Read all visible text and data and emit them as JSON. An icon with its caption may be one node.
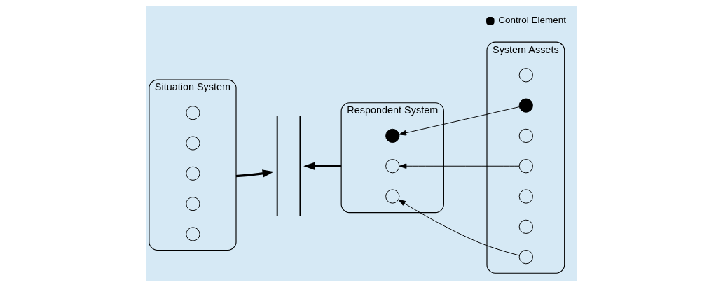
{
  "diagram": {
    "nodes": [
      {
        "text": [
          "Situation System"
        ]
      },
      {
        "text": [],
        "shape": "circle",
        "in": 0
      },
      {
        "text": [],
        "shape": "circle",
        "in": 0
      },
      {
        "text": [],
        "shape": "circle",
        "in": 0
      },
      {
        "text": [],
        "shape": "circle",
        "in": 0
      },
      {
        "text": [],
        "shape": "circle",
        "in": 0
      },
      {
        "text": [],
        "shape": "bar"
      },
      {
        "text": [
          "Respondent System"
        ]
      },
      {
        "text": [],
        "shape": "dot",
        "in": 7
      },
      {
        "text": [],
        "shape": "circle",
        "in": 7
      },
      {
        "text": [],
        "shape": "circle",
        "in": 7
      },
      {
        "text": [
          "System Assets"
        ]
      },
      {
        "text": [],
        "shape": "circle",
        "in": 11
      },
      {
        "text": [],
        "shape": "dot",
        "in": 11
      },
      {
        "text": [],
        "shape": "circle",
        "in": 11
      },
      {
        "text": [],
        "shape": "circle",
        "in": 11
      },
      {
        "text": [],
        "shape": "circle",
        "in": 11
      },
      {
        "text": [],
        "shape": "circle",
        "in": 11
      },
      {
        "text": [],
        "shape": "circle",
        "in": 11
      }
    ],
    "edges": [
      {
        "from": 0,
        "to": 6,
        "arrow": "to",
        "style": "thick"
      },
      {
        "from": 7,
        "to": 6,
        "arrow": "to",
        "style": "thick"
      },
      {
        "from": 13,
        "to": 8,
        "arrow": "to"
      },
      {
        "from": 15,
        "to": 9,
        "arrow": "to"
      },
      {
        "from": 18,
        "to": 10,
        "arrow": "to"
      }
    ],
    "legend": [
      {
        "text": "Control Element"
      }
    ]
  }
}
